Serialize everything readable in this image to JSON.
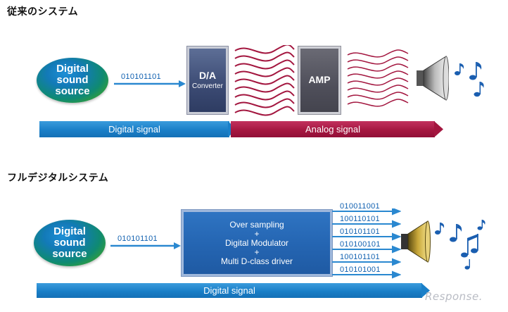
{
  "sections": [
    {
      "heading": "従来のシステム",
      "source": {
        "line1": "Digital",
        "line2": "sound",
        "line3": "source"
      },
      "bits": "010101101",
      "da": {
        "title": "D/A",
        "subtitle": "Converter"
      },
      "amp": {
        "title": "AMP"
      },
      "bands": {
        "digital": "Digital signal",
        "analog": "Analog signal"
      }
    },
    {
      "heading": "フルデジタルシステム",
      "source": {
        "line1": "Digital",
        "line2": "sound",
        "line3": "source"
      },
      "bits": "010101101",
      "processor": {
        "line1": "Over sampling",
        "plus1": "+",
        "line2": "Digital Modulator",
        "plus2": "+",
        "line3": "Multi D-class driver"
      },
      "outputs": [
        "010011001",
        "100110101",
        "010101101",
        "010100101",
        "100101101",
        "010101001"
      ],
      "bands": {
        "digital": "Digital signal"
      }
    }
  ],
  "watermark": "Response.",
  "colors": {
    "digital_band": "#1a7fc8",
    "analog_band": "#a3163f",
    "wave": "#a3163f",
    "bits": "#1060b0",
    "arrow": "#2a88d0"
  },
  "icons": {
    "speaker_top": "speaker-icon",
    "speaker_bottom": "speaker-icon",
    "notes": "music-note-icon"
  }
}
